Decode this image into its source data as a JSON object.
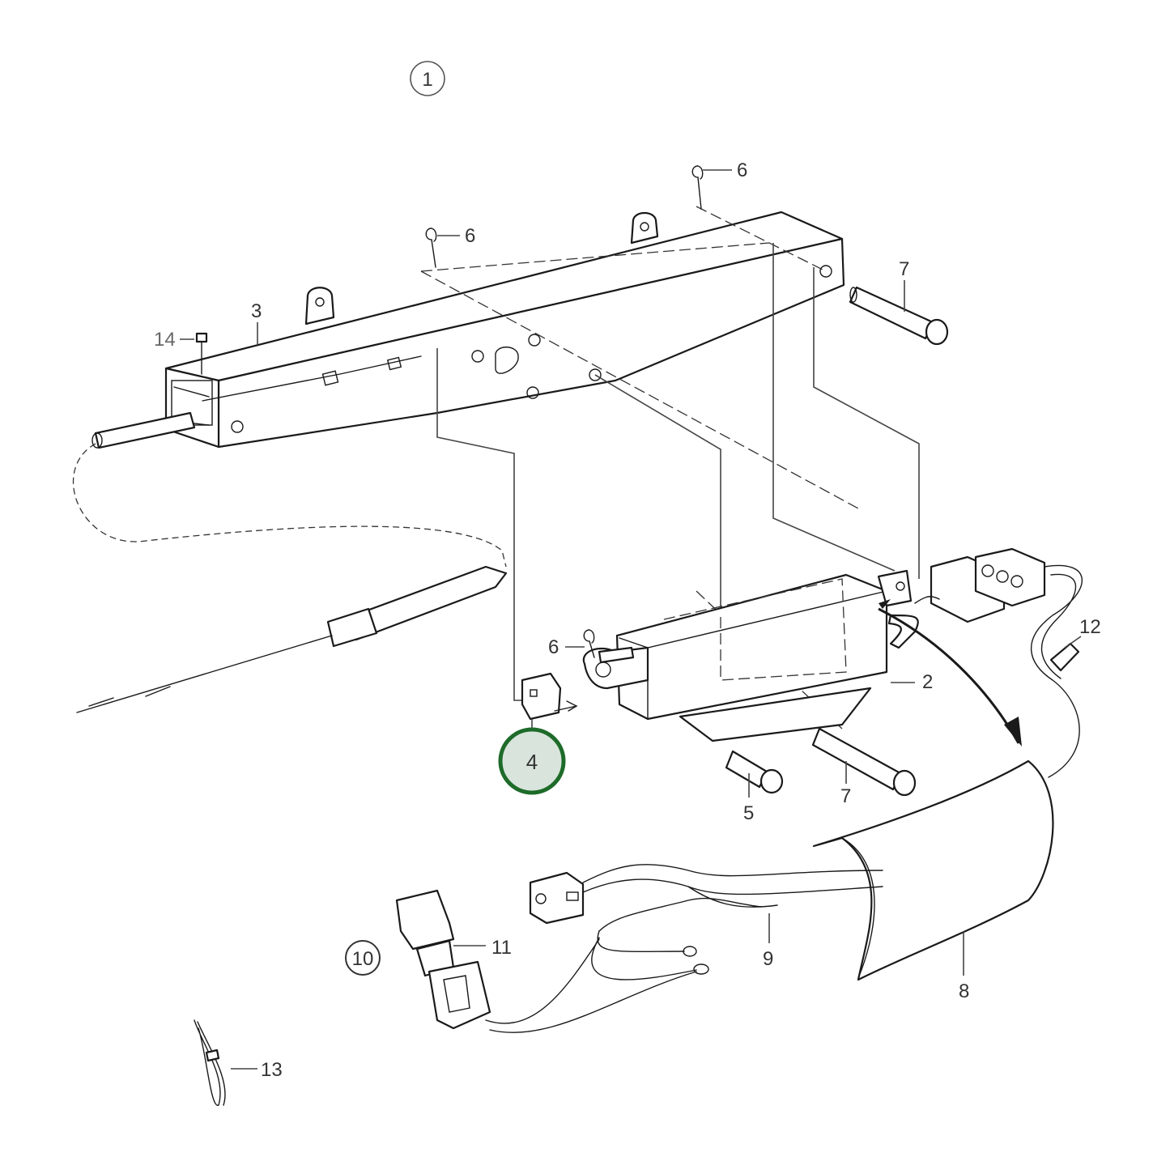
{
  "diagram": {
    "group_labels": [
      "1",
      "10"
    ],
    "callouts": {
      "p2": "2",
      "p3": "3",
      "p4": "4",
      "p5": "5",
      "p6a": "6",
      "p6b": "6",
      "p6c": "6",
      "p7a": "7",
      "p7b": "7",
      "p8": "8",
      "p9": "9",
      "p11": "11",
      "p12": "12",
      "p13": "13",
      "p14": "14"
    },
    "highlighted_callout": "4",
    "highlight_color": "#1e6b2a",
    "highlight_fill": "#d9e4dc",
    "line_color": "#1a1a1a"
  }
}
